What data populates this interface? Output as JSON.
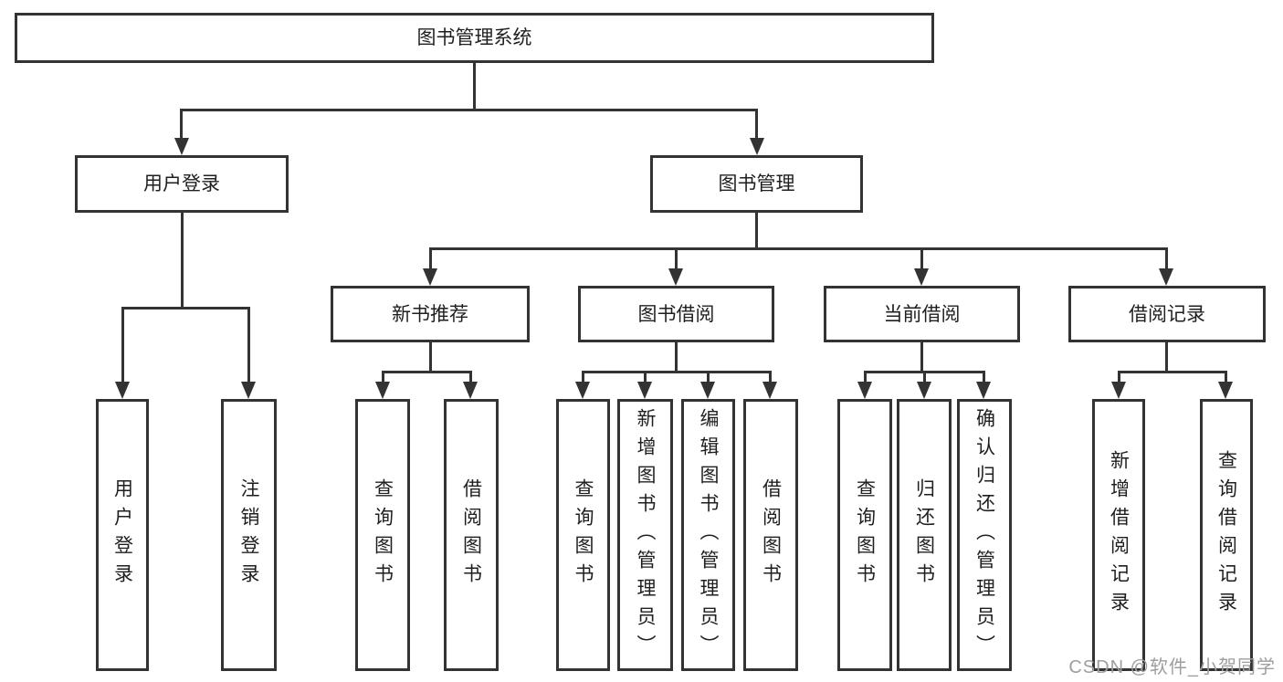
{
  "tree": {
    "root_label": "图书管理系统",
    "branches": [
      {
        "label": "用户登录",
        "children": [
          "用户登录",
          "注销登录"
        ]
      },
      {
        "label": "图书管理",
        "groups": [
          {
            "label": "新书推荐",
            "children": [
              "查询图书",
              "借阅图书"
            ]
          },
          {
            "label": "图书借阅",
            "children": [
              "查询图书",
              "新增图书（管理员）",
              "编辑图书（管理员）",
              "借阅图书"
            ]
          },
          {
            "label": "当前借阅",
            "children": [
              "查询图书",
              "归还图书",
              "确认归还（管理员）"
            ]
          },
          {
            "label": "借阅记录",
            "children": [
              "新增借阅记录",
              "查询借阅记录"
            ]
          }
        ]
      }
    ]
  },
  "watermark": {
    "text": "CSDN @软件_小贺同学"
  },
  "colors": {
    "line": "#333333",
    "text": "#1f1f1f",
    "wm": "#9e9e9e",
    "bg": "#ffffff"
  }
}
